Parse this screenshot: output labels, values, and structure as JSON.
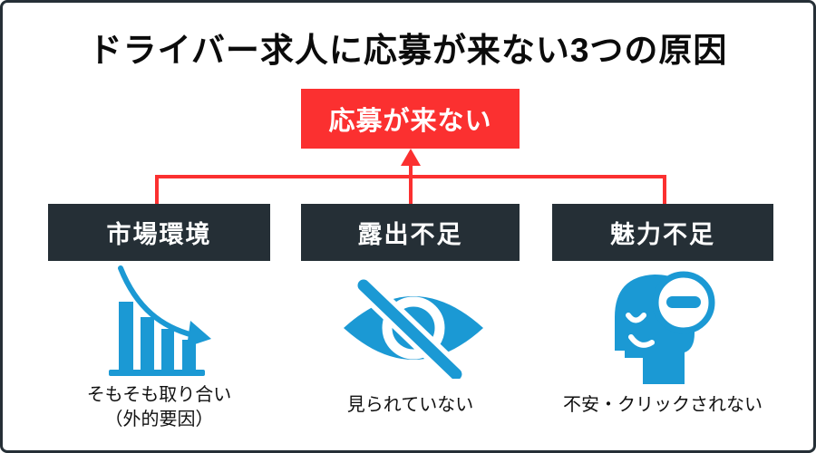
{
  "page": {
    "title": "ドライバー求人に応募が来ない3つの原因"
  },
  "result_box": {
    "label": "応募が来ない"
  },
  "causes": [
    {
      "label": "市場環境",
      "icon": "declining-bar-chart-icon",
      "caption_line1": "そもそも取り合い",
      "caption_line2": "（外的要因）"
    },
    {
      "label": "露出不足",
      "icon": "eye-slash-icon",
      "caption_line1": "見られていない",
      "caption_line2": ""
    },
    {
      "label": "魅力不足",
      "icon": "sad-head-minus-icon",
      "caption_line1": "不安・クリックされない",
      "caption_line2": ""
    }
  ],
  "colors": {
    "accent_red": "#fb3030",
    "box_dark": "#252f36",
    "icon_blue": "#1b99d4",
    "background": "#ffffff",
    "text_black": "#0b0b0b"
  }
}
